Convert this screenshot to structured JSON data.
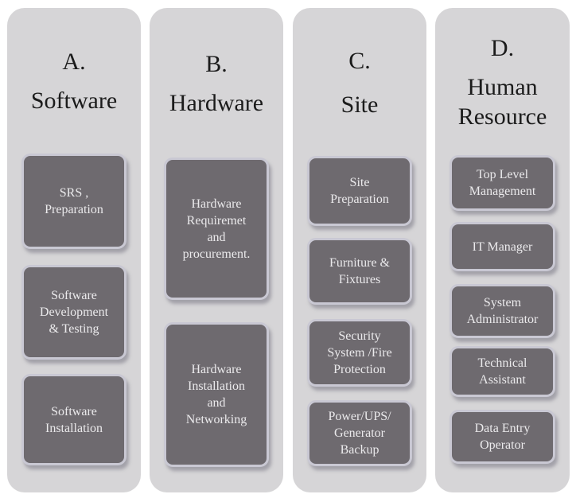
{
  "diagram": {
    "type": "smartart-column-list",
    "columns": [
      {
        "letter": "A.",
        "name": "Software",
        "boxes": [
          {
            "label": "SRS ,\nPreparation"
          },
          {
            "label": "Software\nDevelopment\n& Testing"
          },
          {
            "label": "Software\nInstallation"
          }
        ]
      },
      {
        "letter": "B.",
        "name": "Hardware",
        "boxes": [
          {
            "label": "Hardware\nRequiremet\nand\nprocurement."
          },
          {
            "label": "Hardware\nInstallation\nand\nNetworking"
          }
        ]
      },
      {
        "letter": "C.",
        "name": "Site",
        "boxes": [
          {
            "label": "Site\nPreparation"
          },
          {
            "label": "Furniture &\nFixtures"
          },
          {
            "label": "Security\nSystem /Fire\nProtection"
          },
          {
            "label": "Power/UPS/\nGenerator\nBackup"
          }
        ]
      },
      {
        "letter": "D.",
        "name": "Human\nResource",
        "boxes": [
          {
            "label": "Top Level\nManagement"
          },
          {
            "label": "IT Manager"
          },
          {
            "label": "System\nAdministrator"
          },
          {
            "label": "Technical\nAssistant"
          },
          {
            "label": "Data Entry\nOperator"
          }
        ]
      }
    ]
  },
  "colors": {
    "page_background": "#ffffff",
    "column_background": "#d6d5d7",
    "node_background": "#6e6a6f",
    "node_border": "#c9c8d3",
    "node_text": "#ebeaec",
    "header_text": "#1b1b1b"
  }
}
